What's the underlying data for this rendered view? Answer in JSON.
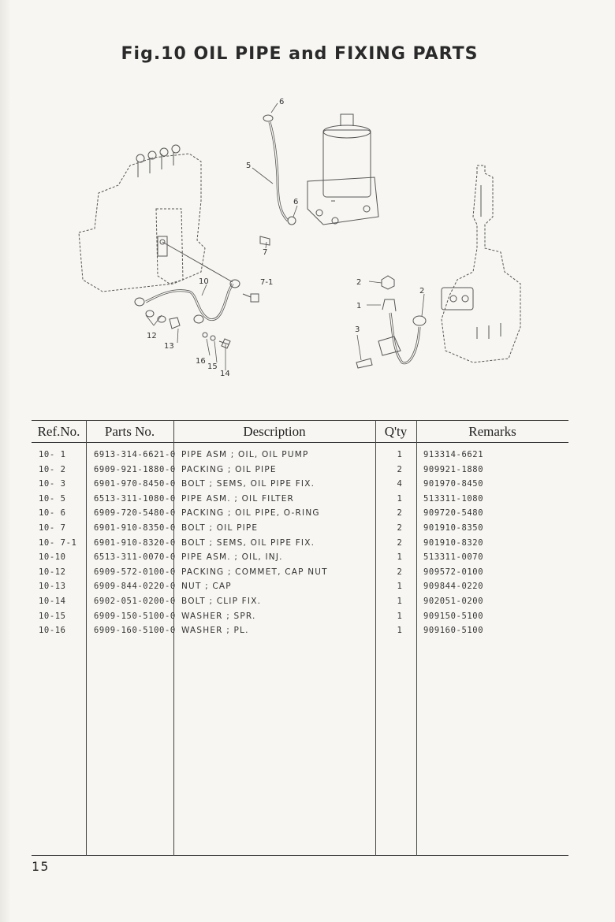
{
  "figure": {
    "title": "Fig.10  OIL PIPE and FIXING PARTS"
  },
  "diagram": {
    "callouts": [
      "6",
      "5",
      "6",
      "7",
      "7-1",
      "10",
      "12",
      "13",
      "16",
      "15",
      "14",
      "2",
      "1",
      "2",
      "3"
    ]
  },
  "table": {
    "headers": [
      "Ref.No.",
      "Parts No.",
      "Description",
      "Q'ty",
      "Remarks"
    ],
    "rows": [
      {
        "ref": "10- 1",
        "part": "6913-314-6621-0",
        "desc": "PIPE ASM ; OIL, OIL PUMP",
        "qty": "1",
        "remarks": "913314-6621"
      },
      {
        "ref": "10- 2",
        "part": "6909-921-1880-0",
        "desc": "PACKING ; OIL PIPE",
        "qty": "2",
        "remarks": "909921-1880"
      },
      {
        "ref": "10- 3",
        "part": "6901-970-8450-0",
        "desc": "BOLT ; SEMS, OIL PIPE FIX.",
        "qty": "4",
        "remarks": "901970-8450"
      },
      {
        "ref": "10- 5",
        "part": "6513-311-1080-0",
        "desc": "PIPE ASM. ; OIL FILTER",
        "qty": "1",
        "remarks": "513311-1080"
      },
      {
        "ref": "10- 6",
        "part": "6909-720-5480-0",
        "desc": "PACKING ; OIL PIPE, O-RING",
        "qty": "2",
        "remarks": "909720-5480"
      },
      {
        "ref": "10- 7",
        "part": "6901-910-8350-0",
        "desc": "BOLT ; OIL PIPE",
        "qty": "2",
        "remarks": "901910-8350"
      },
      {
        "ref": "10- 7-1",
        "part": "6901-910-8320-0",
        "desc": "BOLT ; SEMS, OIL PIPE FIX.",
        "qty": "2",
        "remarks": "901910-8320"
      },
      {
        "ref": "10-10",
        "part": "6513-311-0070-0",
        "desc": "PIPE ASM. ; OIL, INJ.",
        "qty": "1",
        "remarks": "513311-0070"
      },
      {
        "ref": "10-12",
        "part": "6909-572-0100-0",
        "desc": "PACKING ; COMMET, CAP NUT",
        "qty": "2",
        "remarks": "909572-0100"
      },
      {
        "ref": "10-13",
        "part": "6909-844-0220-0",
        "desc": "NUT ; CAP",
        "qty": "1",
        "remarks": "909844-0220"
      },
      {
        "ref": "10-14",
        "part": "6902-051-0200-0",
        "desc": "BOLT ; CLIP FIX.",
        "qty": "1",
        "remarks": "902051-0200"
      },
      {
        "ref": "10-15",
        "part": "6909-150-5100-0",
        "desc": "WASHER ; SPR.",
        "qty": "1",
        "remarks": "909150-5100"
      },
      {
        "ref": "10-16",
        "part": "6909-160-5100-0",
        "desc": "WASHER ; PL.",
        "qty": "1",
        "remarks": "909160-5100"
      }
    ]
  },
  "page_number": "15"
}
